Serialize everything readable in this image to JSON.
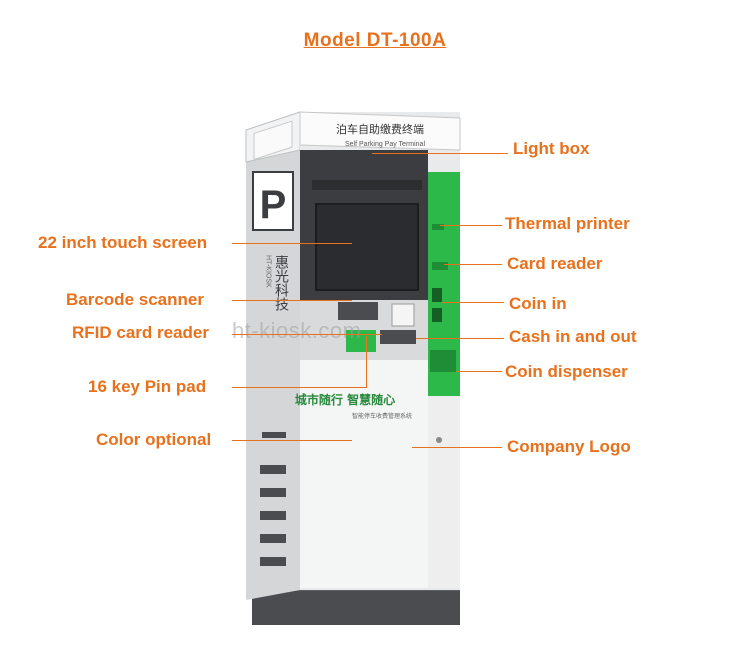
{
  "title": "Model  DT-100A",
  "watermark": "ht-kiosk.com",
  "kiosk": {
    "top_sign_cn": "泊车自助缴费终端",
    "top_sign_en": "Self Parking Pay Terminal",
    "parking_sign": "P",
    "brand_cn": "惠光科技",
    "brand_en": "HT-KIOSK",
    "slogan_cn": "城市随行 智慧随心",
    "sub_slogan_cn": "智能停车收费管理系统"
  },
  "labels_left": [
    {
      "id": "touch-screen",
      "text": "22 inch touch screen"
    },
    {
      "id": "barcode-scanner",
      "text": "Barcode scanner"
    },
    {
      "id": "rfid-card-reader",
      "text": "RFID card reader"
    },
    {
      "id": "pin-pad",
      "text": "16 key Pin pad"
    },
    {
      "id": "color-optional",
      "text": "Color optional"
    }
  ],
  "labels_right": [
    {
      "id": "light-box",
      "text": "Light box"
    },
    {
      "id": "thermal-printer",
      "text": "Thermal printer"
    },
    {
      "id": "card-reader",
      "text": "Card reader"
    },
    {
      "id": "coin-in",
      "text": "Coin in"
    },
    {
      "id": "cash-in-out",
      "text": "Cash in and out"
    },
    {
      "id": "coin-dispenser",
      "text": "Coin dispenser"
    },
    {
      "id": "company-logo",
      "text": "Company Logo"
    }
  ],
  "colors": {
    "accent": "#e8711d",
    "kiosk_green": "#2db84a",
    "kiosk_dark": "#3b3d40",
    "kiosk_body": "#e9eaeb"
  }
}
